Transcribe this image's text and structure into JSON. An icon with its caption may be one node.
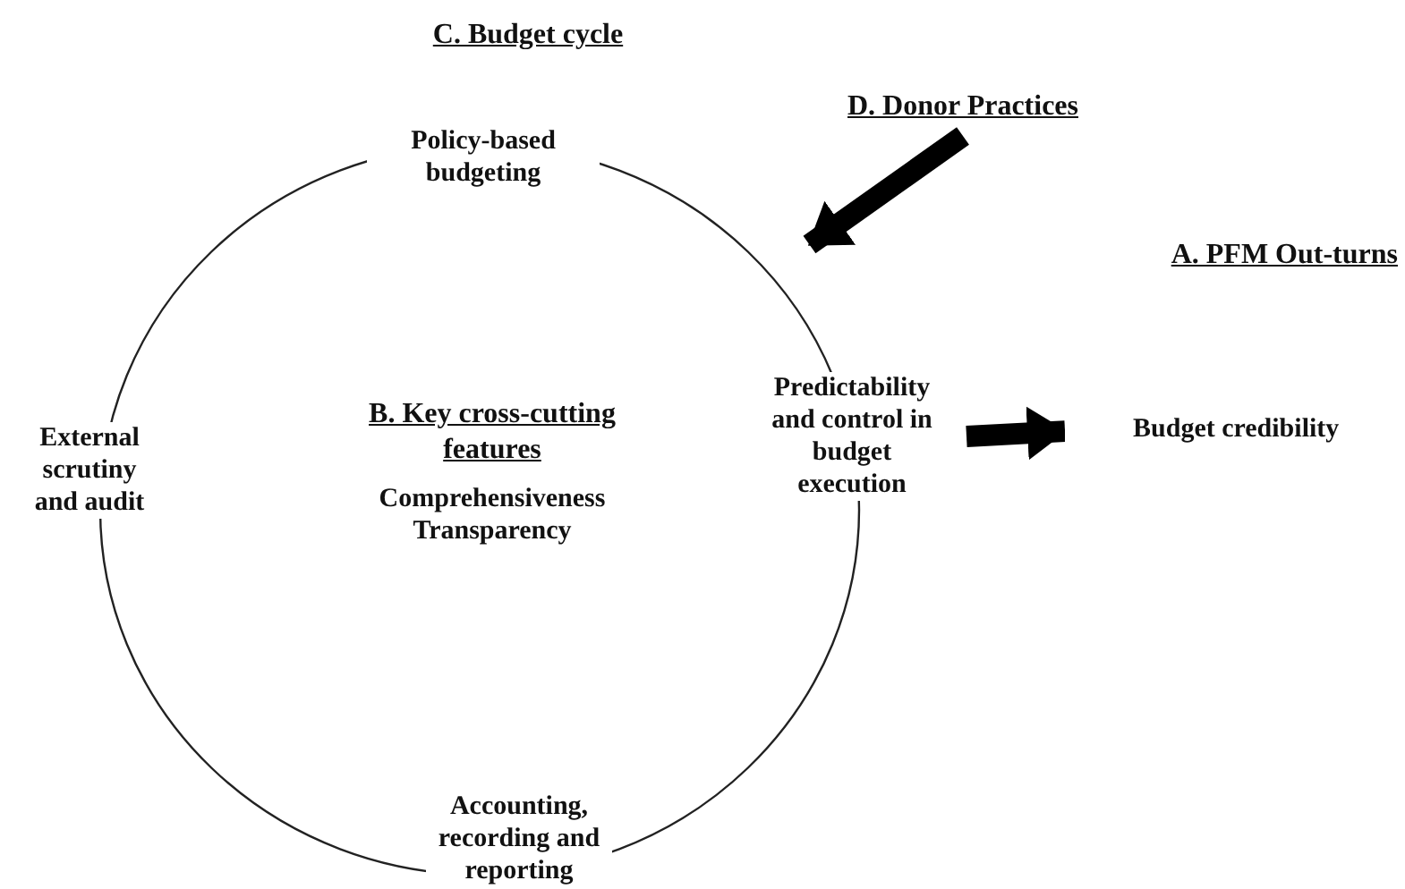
{
  "diagram": {
    "nodes": [
      {
        "text": [
          "C. Budget cycle"
        ]
      },
      {
        "text": [
          "Policy-based budgeting"
        ]
      },
      {
        "text": [
          "External scrutiny and audit"
        ]
      },
      {
        "text": [
          "B. Key cross-cutting features",
          "Comprehensiveness",
          "Transparency"
        ],
        "in": 0
      },
      {
        "text": [
          "Predictability and control in budget execution"
        ]
      },
      {
        "text": [
          "Accounting, recording and reporting"
        ]
      },
      {
        "text": [
          "D. Donor Practices"
        ]
      },
      {
        "text": [
          "A. PFM Out-turns",
          "Budget credibility"
        ]
      }
    ],
    "edges": [
      {
        "from": 6,
        "to": 0,
        "arrow": "to"
      },
      {
        "from": 4,
        "to": 7,
        "arrow": "to"
      }
    ]
  }
}
